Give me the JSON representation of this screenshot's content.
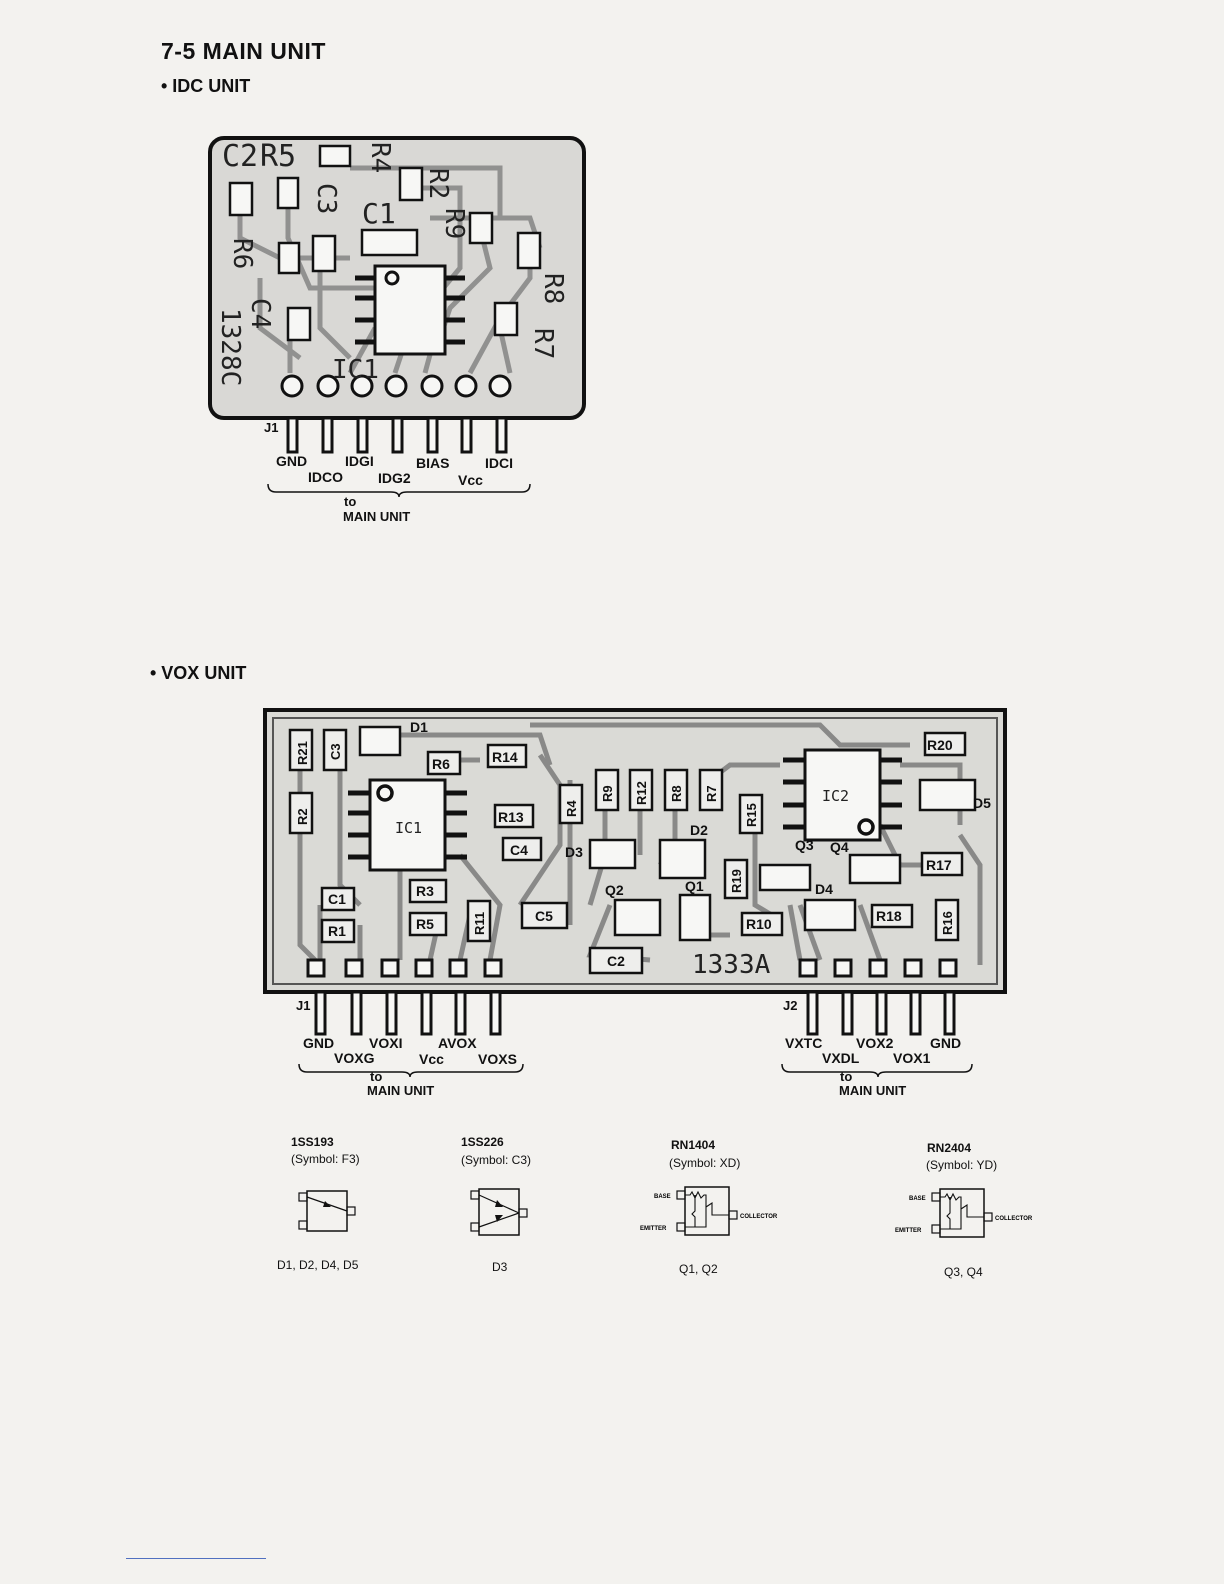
{
  "section_title": "7-5  MAIN UNIT",
  "idc": {
    "title": "• IDC UNIT",
    "board_code": "1328C",
    "connector": "J1",
    "pins_upper": [
      "GND",
      "IDGI",
      "BIAS",
      "IDCI"
    ],
    "pins_lower": [
      "IDCO",
      "IDG2",
      "Vcc"
    ],
    "to": "to",
    "dest": "MAIN  UNIT",
    "labels": [
      "C2",
      "R5",
      "R4",
      "R2",
      "C3",
      "C1",
      "R9",
      "R6",
      "C4",
      "R8",
      "R7",
      "IC1"
    ]
  },
  "vox": {
    "title": "• VOX UNIT",
    "board_code": "1333A",
    "j1": {
      "name": "J1",
      "pins_upper": [
        "GND",
        "VOXI",
        "AVOX"
      ],
      "pins_lower": [
        "VOXG",
        "Vcc",
        "VOXS"
      ],
      "to": "to",
      "dest": "MAIN  UNIT"
    },
    "j2": {
      "name": "J2",
      "pins_upper": [
        "VXTC",
        "VOX2",
        "GND"
      ],
      "pins_lower": [
        "VXDL",
        "VOX1"
      ],
      "to": "to",
      "dest": "MAIN  UNIT"
    },
    "labels": [
      "R21",
      "C3",
      "D1",
      "R6",
      "R14",
      "R2",
      "IC1",
      "R13",
      "C4",
      "R4",
      "R9",
      "R12",
      "R8",
      "R7",
      "R15",
      "IC2",
      "R20",
      "D5",
      "D3",
      "D2",
      "Q3",
      "Q4",
      "R17",
      "C1",
      "R3",
      "Q2",
      "Q1",
      "R19",
      "D4",
      "C5",
      "R1",
      "R5",
      "R11",
      "R10",
      "R18",
      "R16",
      "C2"
    ]
  },
  "parts": [
    {
      "name": "1SS193",
      "symbol": "(Symbol: F3)",
      "used": "D1, D2, D4, D5"
    },
    {
      "name": "1SS226",
      "symbol": "(Symbol: C3)",
      "used": "D3"
    },
    {
      "name": "RN1404",
      "symbol": "(Symbol: XD)",
      "used": "Q1, Q2",
      "base": "BASE",
      "collector": "COLLECTOR",
      "emitter": "EMITTER"
    },
    {
      "name": "RN2404",
      "symbol": "(Symbol: YD)",
      "used": "Q3, Q4",
      "base": "BASE",
      "collector": "COLLECTOR",
      "emitter": "EMITTER"
    }
  ]
}
